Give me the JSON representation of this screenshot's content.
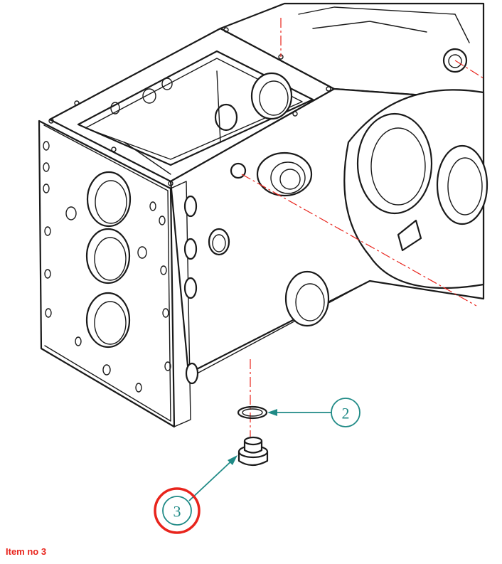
{
  "callouts": [
    {
      "number": "2",
      "part": "seal-ring"
    },
    {
      "number": "3",
      "part": "drain-plug",
      "highlighted": true
    }
  ],
  "caption": "Item no 3",
  "colors": {
    "callout": "#1f8a86",
    "highlight": "#e8241c",
    "axis": "#e8241c",
    "line": "#1a1a1a"
  }
}
